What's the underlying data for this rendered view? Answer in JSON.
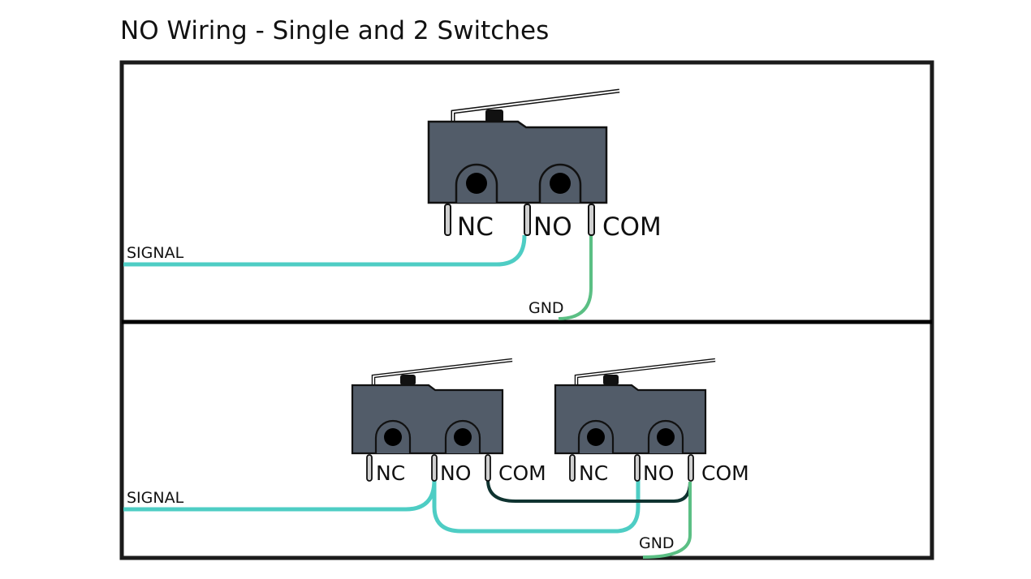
{
  "title": "NO Wiring - Single and 2 Switches",
  "colors": {
    "frame": "#1b1b1b",
    "switch_body": "#525c69",
    "signal_wire": "#4ecdc4",
    "gnd_wire": "#5bbf84",
    "bridge_wire": "#0f3330",
    "pin_fill": "#d0d0d0"
  },
  "panels": [
    {
      "name": "single-switch",
      "switches": [
        {
          "pins": [
            "NC",
            "NO",
            "COM"
          ]
        }
      ],
      "wires": [
        {
          "label": "SIGNAL",
          "from": "edge",
          "to": "switch1.NO",
          "color": "signal"
        },
        {
          "label": "GND",
          "from": "edge",
          "to": "switch1.COM",
          "color": "gnd"
        }
      ]
    },
    {
      "name": "two-switches",
      "switches": [
        {
          "pins": [
            "NC",
            "NO",
            "COM"
          ]
        },
        {
          "pins": [
            "NC",
            "NO",
            "COM"
          ]
        }
      ],
      "wires": [
        {
          "label": "SIGNAL",
          "from": "edge",
          "to": "switch1.NO",
          "color": "signal"
        },
        {
          "label": "",
          "from": "switch1.NO",
          "to": "switch2.NO",
          "color": "signal"
        },
        {
          "label": "",
          "from": "switch1.COM",
          "to": "switch2.COM",
          "color": "bridge"
        },
        {
          "label": "GND",
          "from": "edge",
          "to": "switch2.COM",
          "color": "gnd"
        }
      ]
    }
  ]
}
